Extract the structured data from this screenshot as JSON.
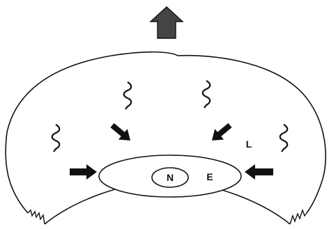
{
  "diagram": {
    "labels": {
      "nucleus": "N",
      "envelope": "E",
      "layer": "L"
    },
    "icons": {
      "upward_flow": "large-up-arrow-icon",
      "inward_flow": "arrow-icon",
      "emission": "wavy-line-icon"
    },
    "colors": {
      "ink": "#111111",
      "arrow_fill": "#444444",
      "background": "#ffffff"
    }
  }
}
